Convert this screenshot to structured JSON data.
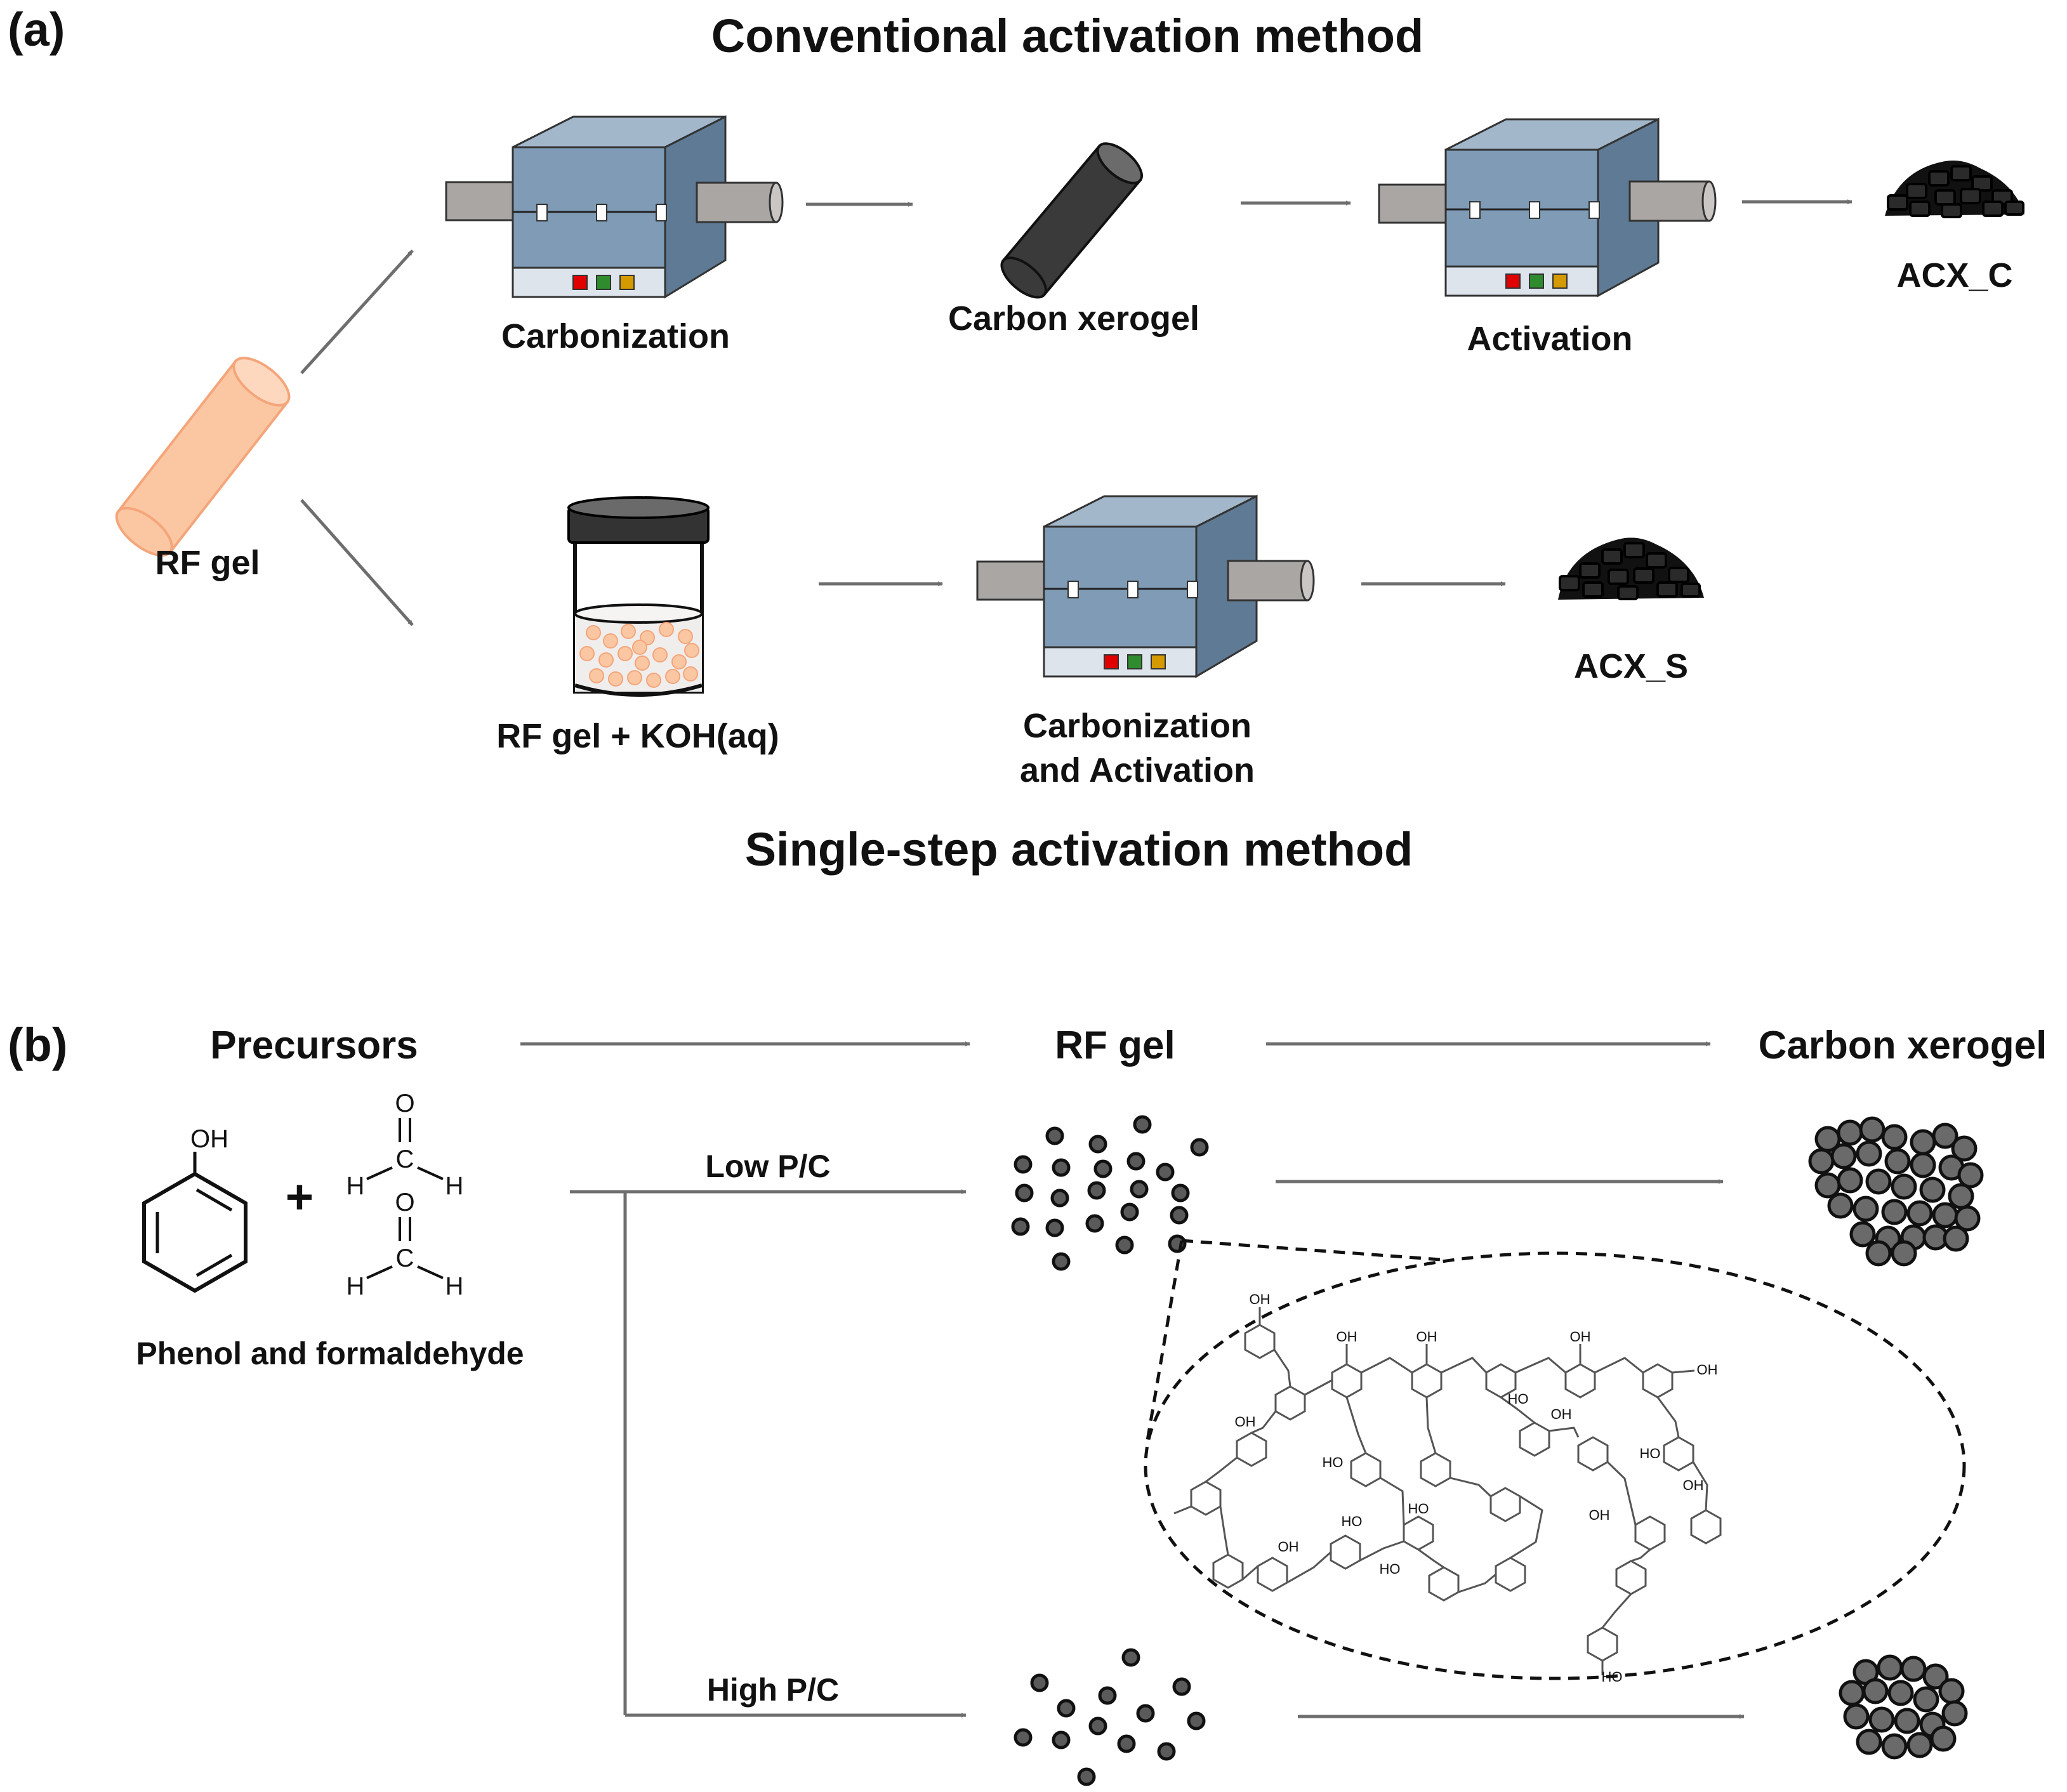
{
  "panel_a": {
    "label": "(a)",
    "title_top": "Conventional activation method",
    "title_bottom": "Single-step activation method",
    "rf_gel": "RF gel",
    "carbonization": "Carbonization",
    "carbon_xerogel": "Carbon xerogel",
    "activation": "Activation",
    "acx_c": "ACX_C",
    "rf_koh": "RF gel + KOH(aq)",
    "carb_act_line1": "Carbonization",
    "carb_act_line2": "and Activation",
    "acx_s": "ACX_S"
  },
  "panel_b": {
    "label": "(b)",
    "precursors": "Precursors",
    "rf_gel": "RF gel",
    "carbon_xerogel": "Carbon xerogel",
    "phenol_formaldehyde": "Phenol and formaldehyde",
    "low_pc": "Low P/C",
    "high_pc": "High P/C",
    "plus": "+",
    "oh": "OH",
    "o": "O",
    "c": "C",
    "h": "H",
    "ho": "HO"
  },
  "colors": {
    "furnace_front": "#7f9bb5",
    "furnace_top": "#a3b7cb",
    "furnace_side": "#5f7a94",
    "furnace_base": "#dde4ec",
    "tube": "#a9a6a3",
    "carbon": "#3a3a3a",
    "rf_gel": "#fbc7a3",
    "rf_gel_stroke": "#f4a57a",
    "arrow": "#6e6e6e",
    "led_red": "#e00000",
    "led_green": "#2e8b2e",
    "led_amber": "#d49a00"
  }
}
